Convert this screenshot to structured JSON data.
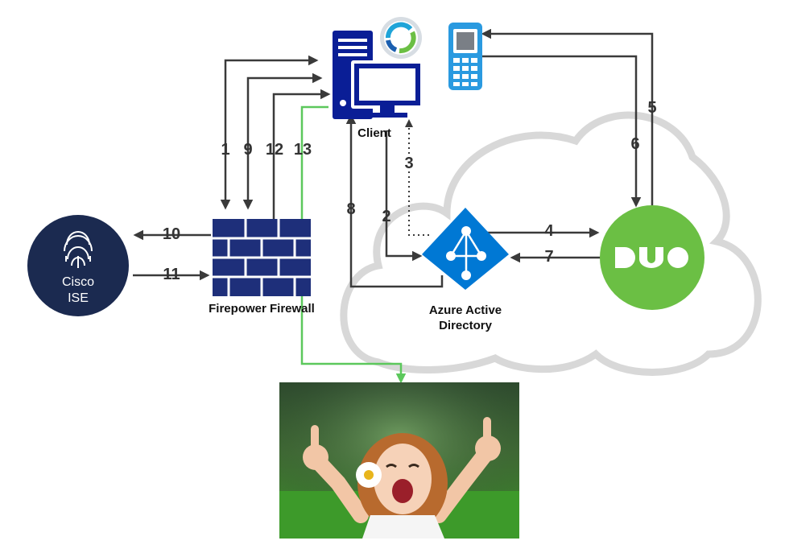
{
  "nodes": {
    "client": "Client",
    "firewall": "Firepower Firewall",
    "azure_line1": "Azure Active",
    "azure_line2": "Directory",
    "ise_line1": "Cisco",
    "ise_line2": "ISE",
    "duo": "DUO"
  },
  "steps": {
    "s1": "1",
    "s2": "2",
    "s3": "3",
    "s4": "4",
    "s5": "5",
    "s6": "6",
    "s7": "7",
    "s8": "8",
    "s9": "9",
    "s10": "10",
    "s11": "11",
    "s12": "12",
    "s13": "13"
  },
  "colors": {
    "connector": "#3a3a3a",
    "success_path": "#5cc85c",
    "client_blue": "#0a1e96",
    "azure_blue": "#0078d4",
    "duo_green": "#6bbf44",
    "firewall_navy": "#1e2f7a",
    "ise_navy": "#1b2a50",
    "phone_blue": "#2a9ae0",
    "cloud_gray": "#d8d8d8"
  }
}
